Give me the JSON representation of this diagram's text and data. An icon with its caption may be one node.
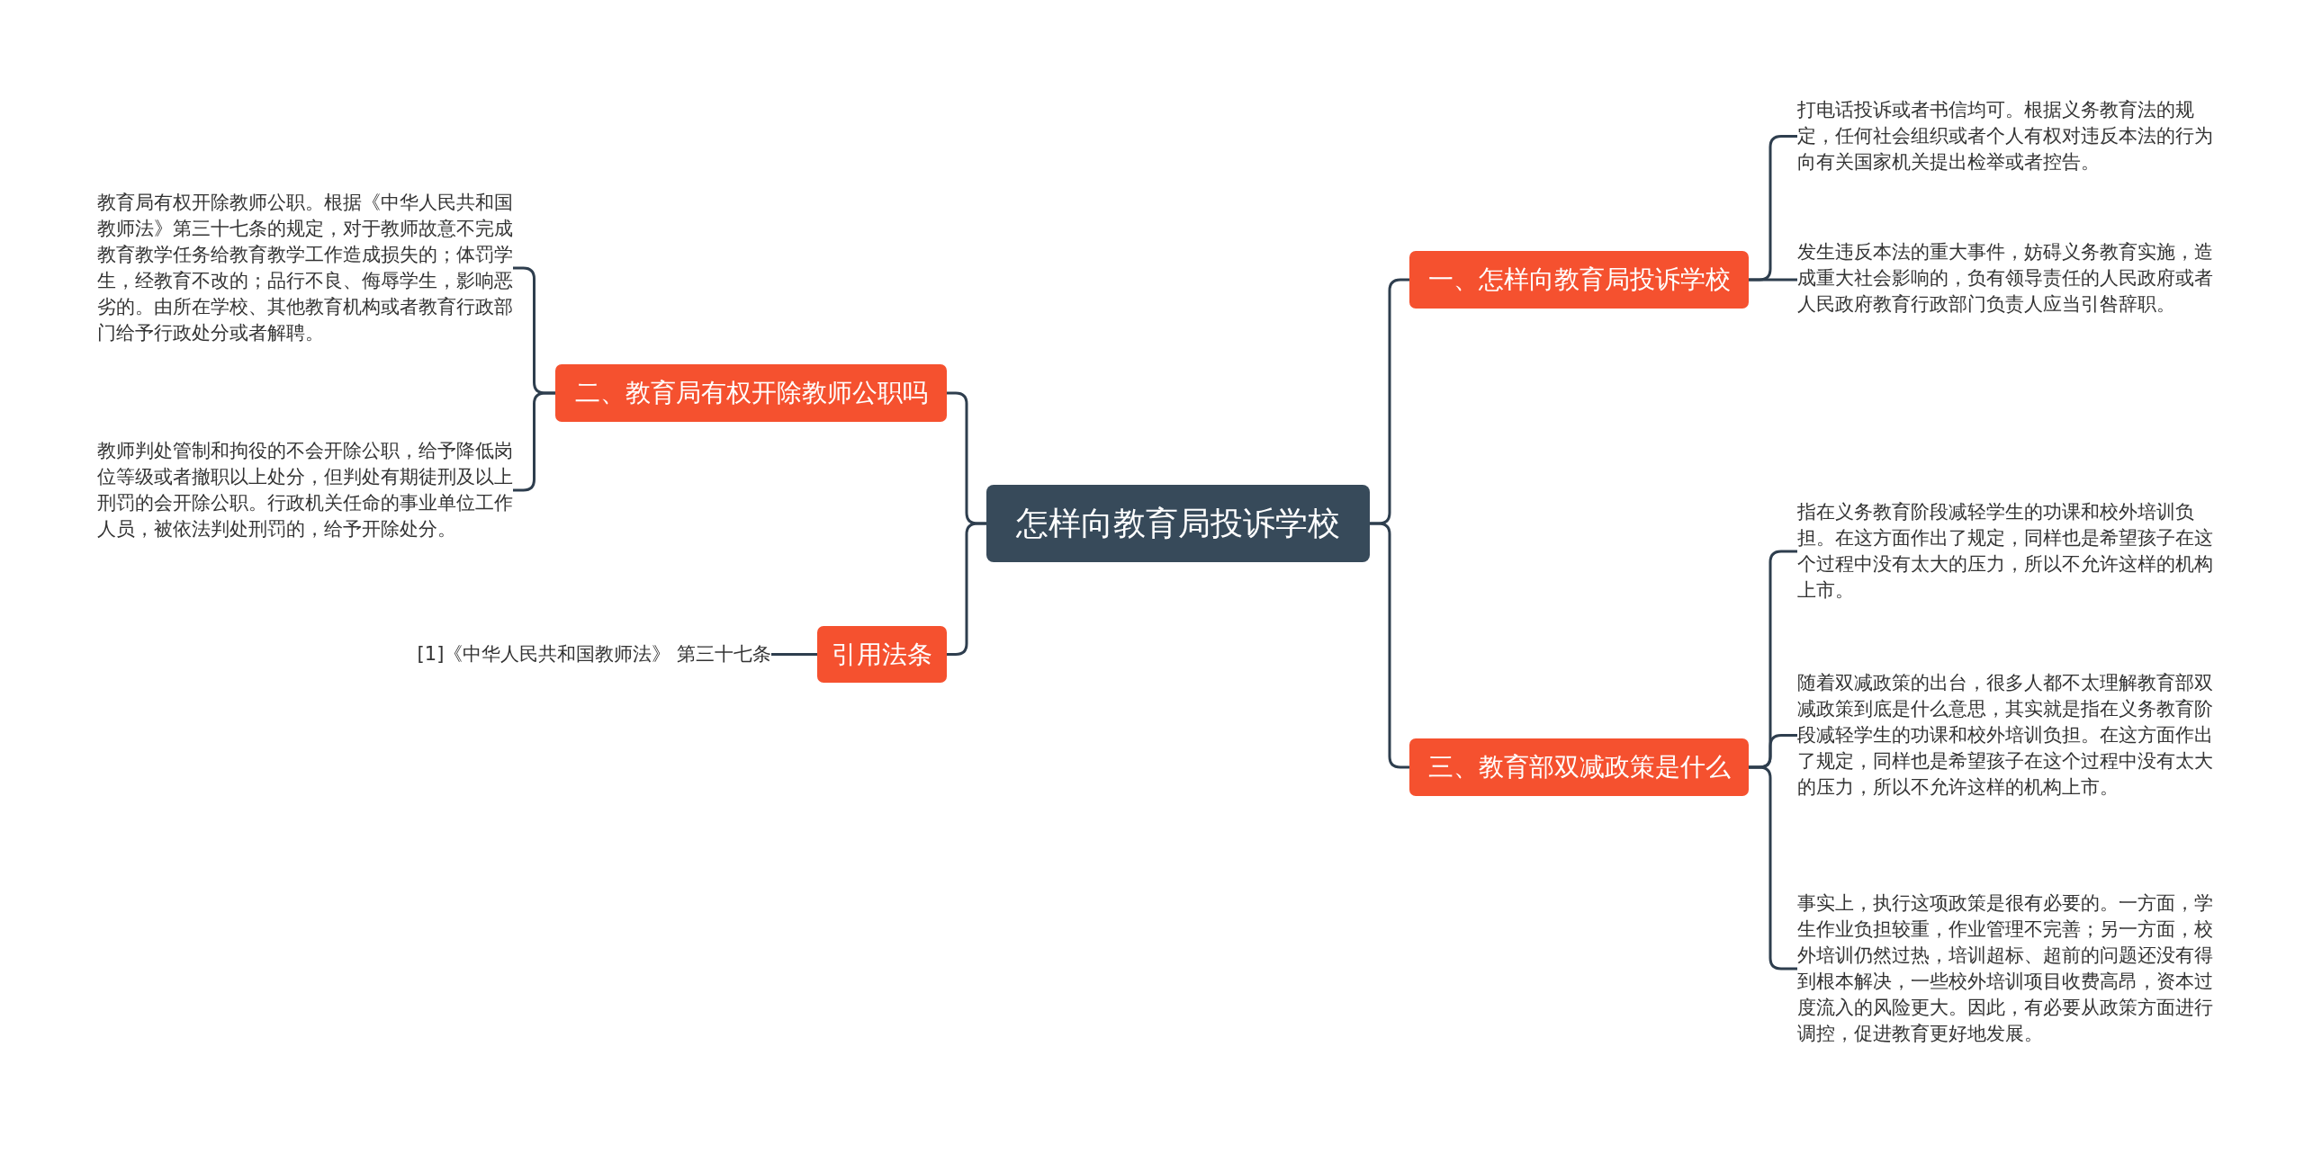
{
  "diagram": {
    "nodes": [
      {
        "text": [
          "怎样向教育局投诉学校"
        ]
      },
      {
        "text": [
          "一、怎样向教育局投诉学校"
        ]
      },
      {
        "text": [
          "打电话投诉或者书信均可。根据义务教育法的规定，任何社会组织或者个人有权对违反本法的行为向有关国家机关提出检举或者控告。"
        ]
      },
      {
        "text": [
          "发生违反本法的重大事件，妨碍义务教育实施，造成重大社会影响的，负有领导责任的人民政府或者人民政府教育行政部门负责人应当引咎辞职。"
        ]
      },
      {
        "text": [
          "二、教育局有权开除教师公职吗"
        ]
      },
      {
        "text": [
          "教育局有权开除教师公职。根据《中华人民共和国教师法》第三十七条的规定，对于教师故意不完成教育教学任务给教育教学工作造成损失的；体罚学生，经教育不改的；品行不良、侮辱学生，影响恶劣的。由所在学校、其他教育机构或者教育行政部门给予行政处分或者解聘。"
        ]
      },
      {
        "text": [
          "教师判处管制和拘役的不会开除公职，给予降低岗位等级或者撤职以上处分，但判处有期徒刑及以上刑罚的会开除公职。行政机关任命的事业单位工作人员，被依法判处刑罚的，给予开除处分。"
        ]
      },
      {
        "text": [
          "引用法条"
        ]
      },
      {
        "text": [
          "[1]《中华人民共和国教师法》 第三十七条"
        ]
      },
      {
        "text": [
          "三、教育部双减政策是什么"
        ]
      },
      {
        "text": [
          "指在义务教育阶段减轻学生的功课和校外培训负担。在这方面作出了规定，同样也是希望孩子在这个过程中没有太大的压力，所以不允许这样的机构上市。"
        ]
      },
      {
        "text": [
          "随着双减政策的出台，很多人都不太理解教育部双减政策到底是什么意思，其实就是指在义务教育阶段减轻学生的功课和校外培训负担。在这方面作出了规定，同样也是希望孩子在这个过程中没有太大的压力，所以不允许这样的机构上市。"
        ]
      },
      {
        "text": [
          "事实上，执行这项政策是很有必要的。一方面，学生作业负担较重，作业管理不完善；另一方面，校外培训仍然过热，培训超标、超前的问题还没有得到根本解决，一些校外培训项目收费高昂，资本过度流入的风险更大。因此，有必要从政策方面进行调控，促进教育更好地发展。"
        ]
      }
    ],
    "edges": [
      {
        "from": 0,
        "to": 1,
        "arrow": "none"
      },
      {
        "from": 1,
        "to": 2,
        "arrow": "none"
      },
      {
        "from": 1,
        "to": 3,
        "arrow": "none"
      },
      {
        "from": 0,
        "to": 4,
        "arrow": "none"
      },
      {
        "from": 4,
        "to": 5,
        "arrow": "none"
      },
      {
        "from": 4,
        "to": 6,
        "arrow": "none"
      },
      {
        "from": 0,
        "to": 7,
        "arrow": "none"
      },
      {
        "from": 7,
        "to": 8,
        "arrow": "none"
      },
      {
        "from": 0,
        "to": 9,
        "arrow": "none"
      },
      {
        "from": 9,
        "to": 10,
        "arrow": "none"
      },
      {
        "from": 9,
        "to": 11,
        "arrow": "none"
      },
      {
        "from": 9,
        "to": 12,
        "arrow": "none"
      }
    ]
  }
}
